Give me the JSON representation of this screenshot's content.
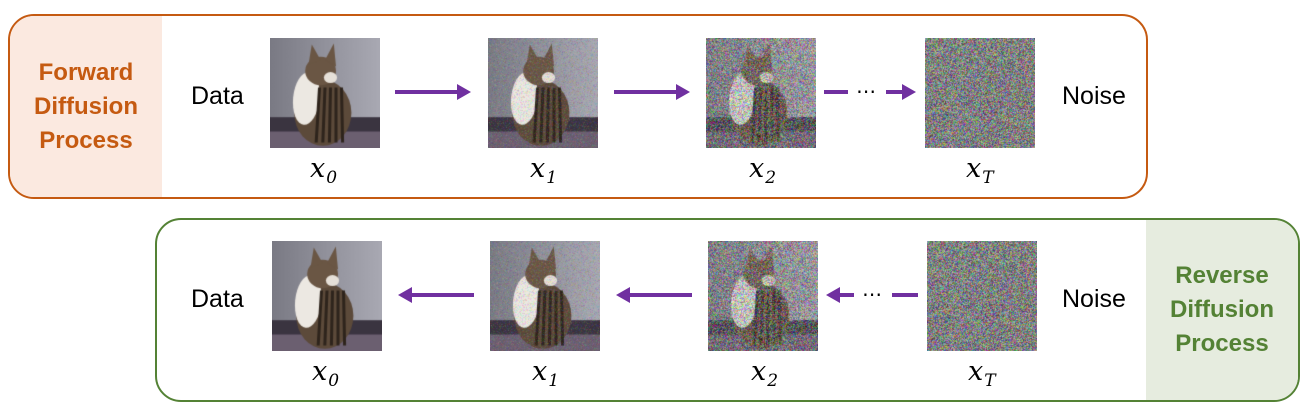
{
  "forward": {
    "title": [
      "Forward",
      "Diffusion",
      "Process"
    ],
    "start_label": "Data",
    "end_label": "Noise",
    "steps": [
      {
        "var": "x",
        "sub": "0",
        "noise": 0.0
      },
      {
        "var": "x",
        "sub": "1",
        "noise": 0.35
      },
      {
        "var": "x",
        "sub": "2",
        "noise": 0.85
      },
      {
        "var": "x",
        "sub": "T",
        "noise": 1.0
      }
    ],
    "ellipsis": "⋯"
  },
  "reverse": {
    "title": [
      "Reverse",
      "Diffusion",
      "Process"
    ],
    "start_label": "Data",
    "end_label": "Noise",
    "steps": [
      {
        "var": "x",
        "sub": "0",
        "noise": 0.0
      },
      {
        "var": "x",
        "sub": "1",
        "noise": 0.35
      },
      {
        "var": "x",
        "sub": "2",
        "noise": 0.85
      },
      {
        "var": "x",
        "sub": "T",
        "noise": 1.0
      }
    ],
    "ellipsis": "⋯"
  },
  "colors": {
    "forward_accent": "#c55a11",
    "forward_fill": "#fbe9e0",
    "reverse_accent": "#548235",
    "reverse_fill": "#e6ecdf",
    "arrow": "#7030a0"
  }
}
